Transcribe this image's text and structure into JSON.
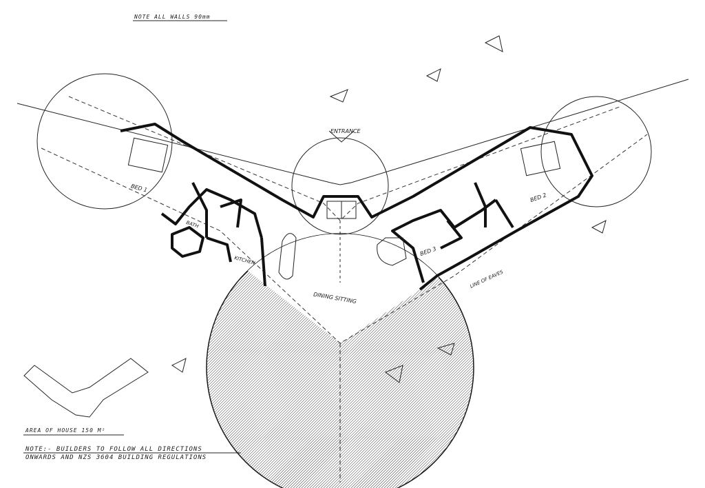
{
  "header_note": "NOTE ALL WALLS 90mm",
  "labels": {
    "entrance": "ENTRANCE",
    "dining_sitting": "DINING SITTING",
    "kitchen": "KITCHEN",
    "bed1": "BED 1",
    "bed2": "BED 2",
    "bed3": "BED 3",
    "bath": "BATH",
    "line_of_eaves": "LINE OF EAVES"
  },
  "area_note": "AREA OF HOUSE 150 M²",
  "builders_note_line1": "NOTE:- BUILDERS TO FOLLOW ALL DIRECTIONS",
  "builders_note_line2": "ONWARDS AND NZS 3604 BUILDING REGULATIONS",
  "colors": {
    "ink": "#111111",
    "paper": "#ffffff",
    "hatch": "#555555"
  }
}
